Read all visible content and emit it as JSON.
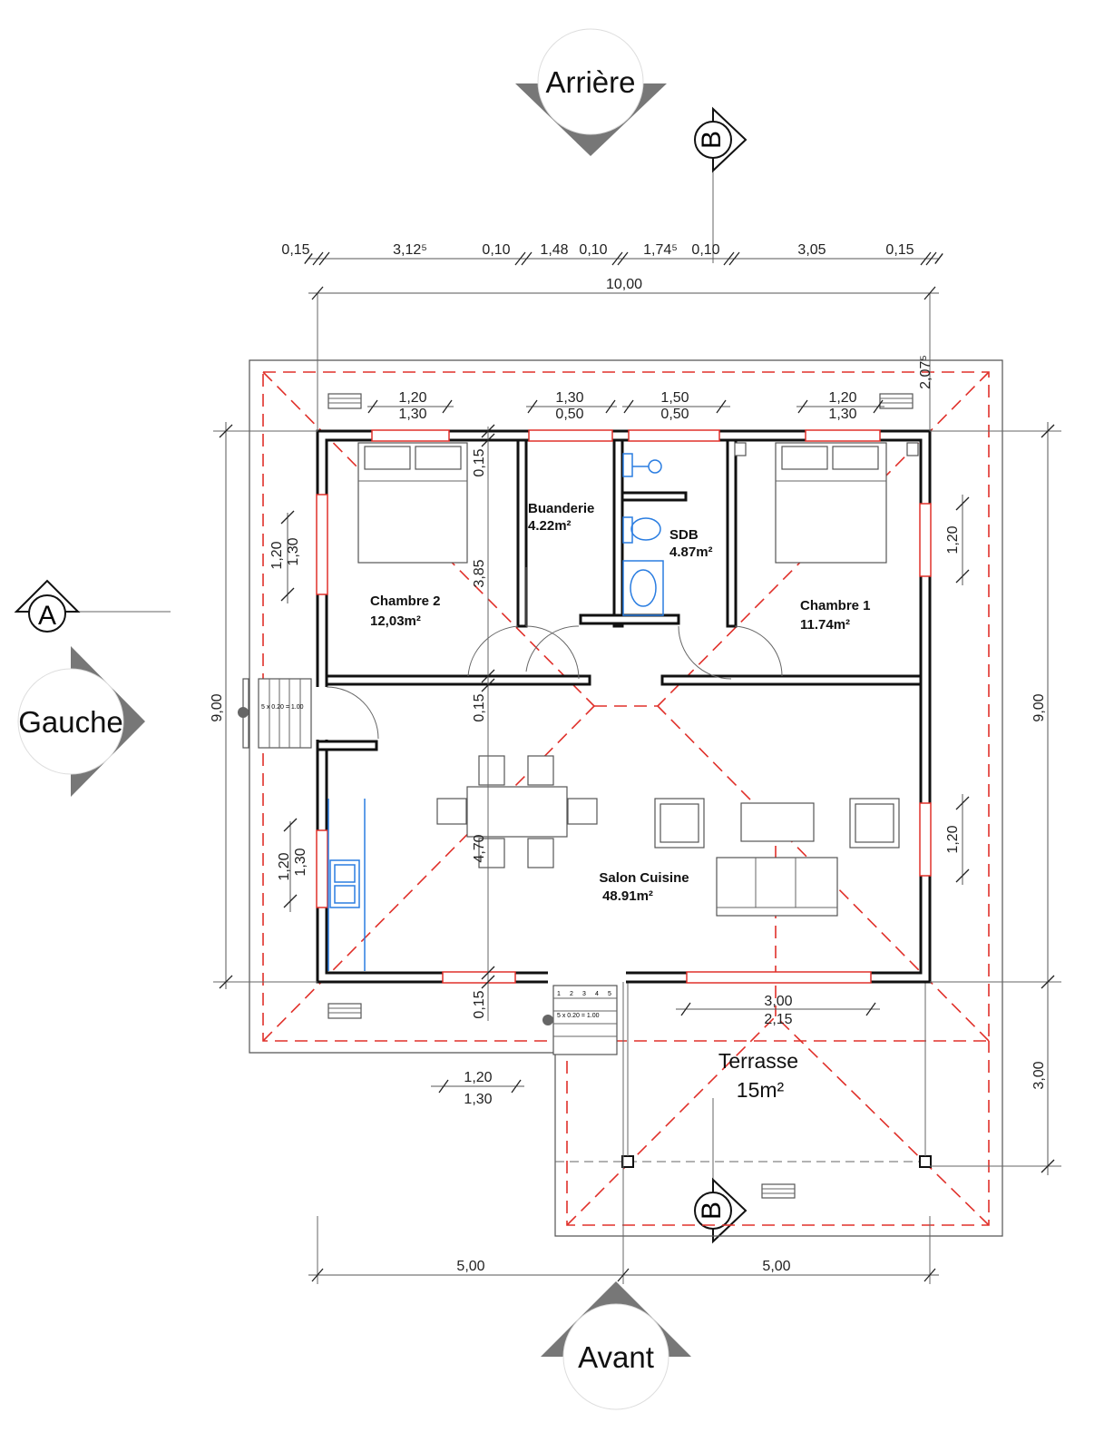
{
  "orientation": {
    "back": "Arrière",
    "left": "Gauche",
    "front": "Avant"
  },
  "section_markers": {
    "a": "A",
    "b_top": "B",
    "b_bottom": "B"
  },
  "rooms": [
    {
      "name": "Chambre 2",
      "area": "12,03m²"
    },
    {
      "name": "Buanderie",
      "area": "4.22m²"
    },
    {
      "name": "SDB",
      "area": "4.87m²"
    },
    {
      "name": "Chambre 1",
      "area": "11.74m²"
    },
    {
      "name": "Salon Cuisine",
      "area": "48.91m²"
    },
    {
      "name": "Terrasse",
      "area": "15m²"
    }
  ],
  "dimensions": {
    "top_chain": [
      "0,15",
      "3,12⁵",
      "0,10",
      "1,48",
      "0,10",
      "1,74⁵",
      "0,10",
      "3,05",
      "0,15"
    ],
    "overall_width": "10,00",
    "roof_overhang": "2,07⁵",
    "windows_top": [
      {
        "w": "1,20",
        "h": "1,30"
      },
      {
        "w": "1,30",
        "h": "0,50"
      },
      {
        "w": "1,50",
        "h": "0,50"
      },
      {
        "w": "1,20",
        "h": "1,30"
      }
    ],
    "window_left_1": {
      "w": "1,20",
      "h": "1,30"
    },
    "window_left_2": {
      "w": "1,20",
      "h": "1,30"
    },
    "window_right_1": "1,20",
    "window_right_2": "1,20",
    "window_bottom": {
      "w": "1,20",
      "h": "1,30"
    },
    "window_terrace": {
      "w": "3,00",
      "h": "2,15"
    },
    "left_height": "9,00",
    "right_height": "9,00",
    "terrace_depth": "3,00",
    "inner_vertical": [
      "0,15",
      "3,85",
      "0,15",
      "4,70",
      "0,15"
    ],
    "bottom_chain": [
      "5,00",
      "5,00"
    ]
  },
  "stairs": {
    "steps": [
      "1",
      "2",
      "3",
      "4",
      "5"
    ],
    "formula": "5 x 0.20 = 1.00"
  },
  "colors": {
    "wall": "#111111",
    "window": "#e0302a",
    "roof": "#e0302a",
    "plumbing": "#2a7de1"
  }
}
